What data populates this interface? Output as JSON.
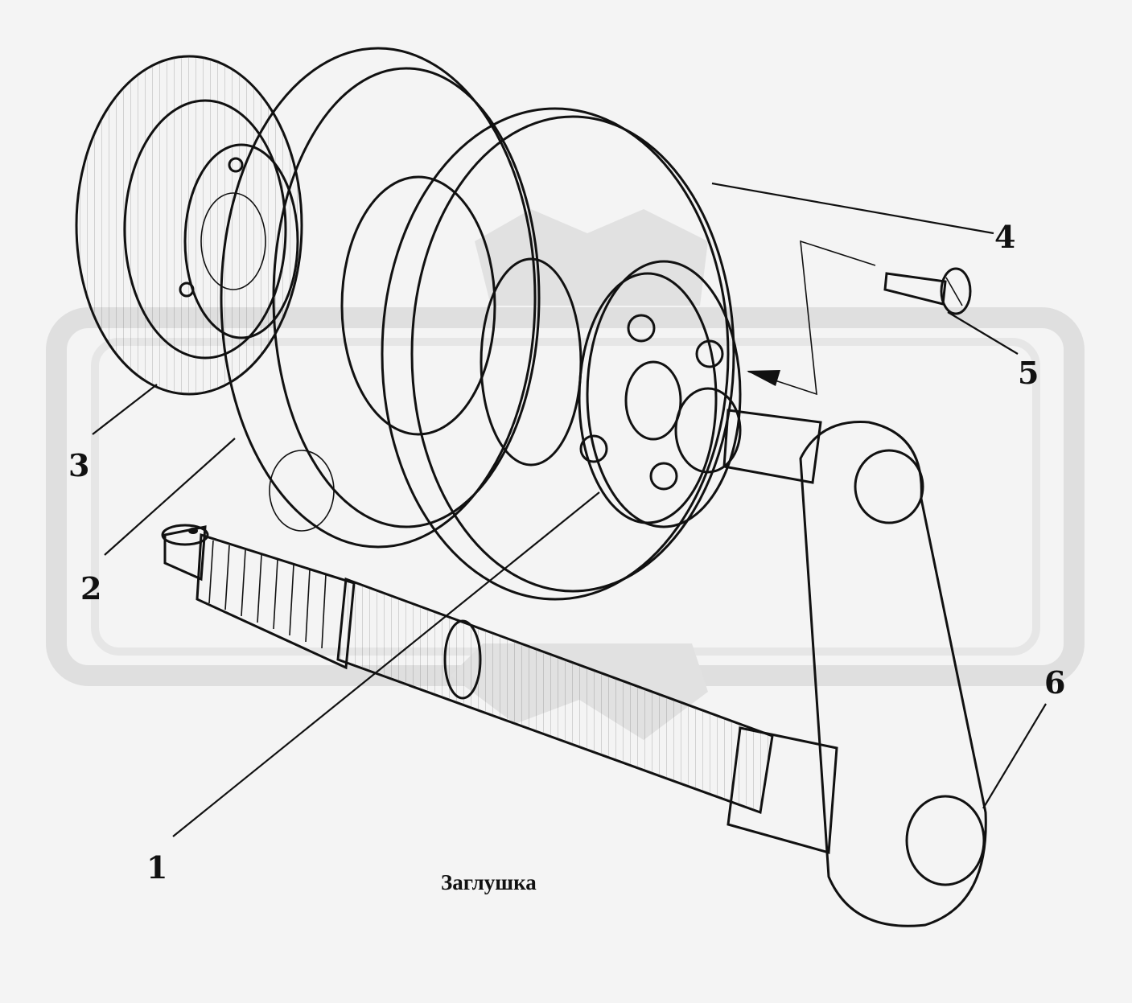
{
  "figure": {
    "caption": "Заглушка",
    "callouts": [
      {
        "id": "1",
        "label": "1"
      },
      {
        "id": "2",
        "label": "2"
      },
      {
        "id": "3",
        "label": "3"
      },
      {
        "id": "4",
        "label": "4"
      },
      {
        "id": "5",
        "label": "5"
      },
      {
        "id": "6",
        "label": "6"
      }
    ],
    "colors": {
      "background": "#f4f4f4",
      "ink": "#111111",
      "watermark": "#d4d4d4"
    }
  }
}
